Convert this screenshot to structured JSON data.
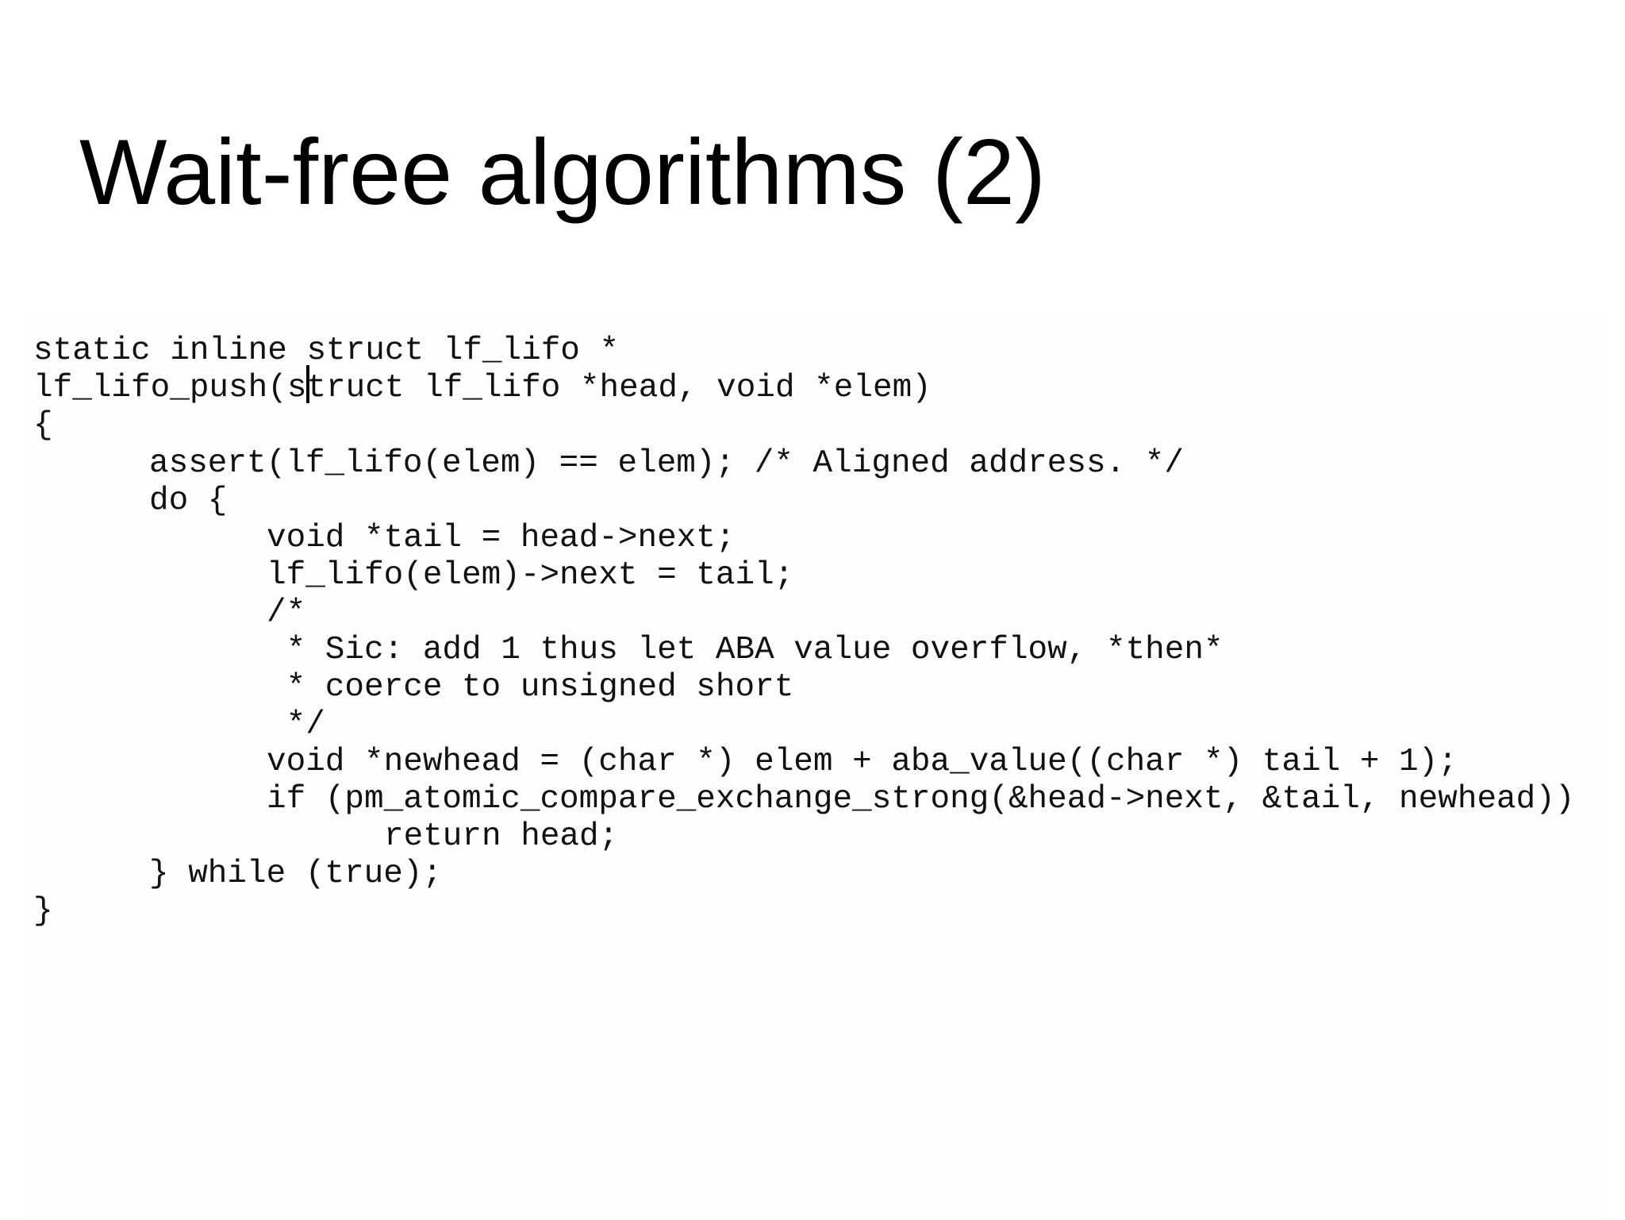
{
  "slide": {
    "title": "Wait-free algorithms (2)",
    "code_lines": [
      "static inline struct lf_lifo *",
      "lf_lifo_push(struct lf_lifo *head, void *elem)",
      "{",
      "assert(lf_lifo(elem) == elem); /* Aligned address. */",
      "do {",
      "void *tail = head->next;",
      "lf_lifo(elem)->next = tail;",
      "/*",
      " * Sic: add 1 thus let ABA value overflow, *then*",
      " * coerce to unsigned short",
      " */",
      "void *newhead = (char *) elem + aba_value((char *) tail + 1);",
      "if (pm_atomic_compare_exchange_strong(&head->next, &tail, newhead))",
      "return head;",
      "} while (true);",
      "}"
    ]
  }
}
